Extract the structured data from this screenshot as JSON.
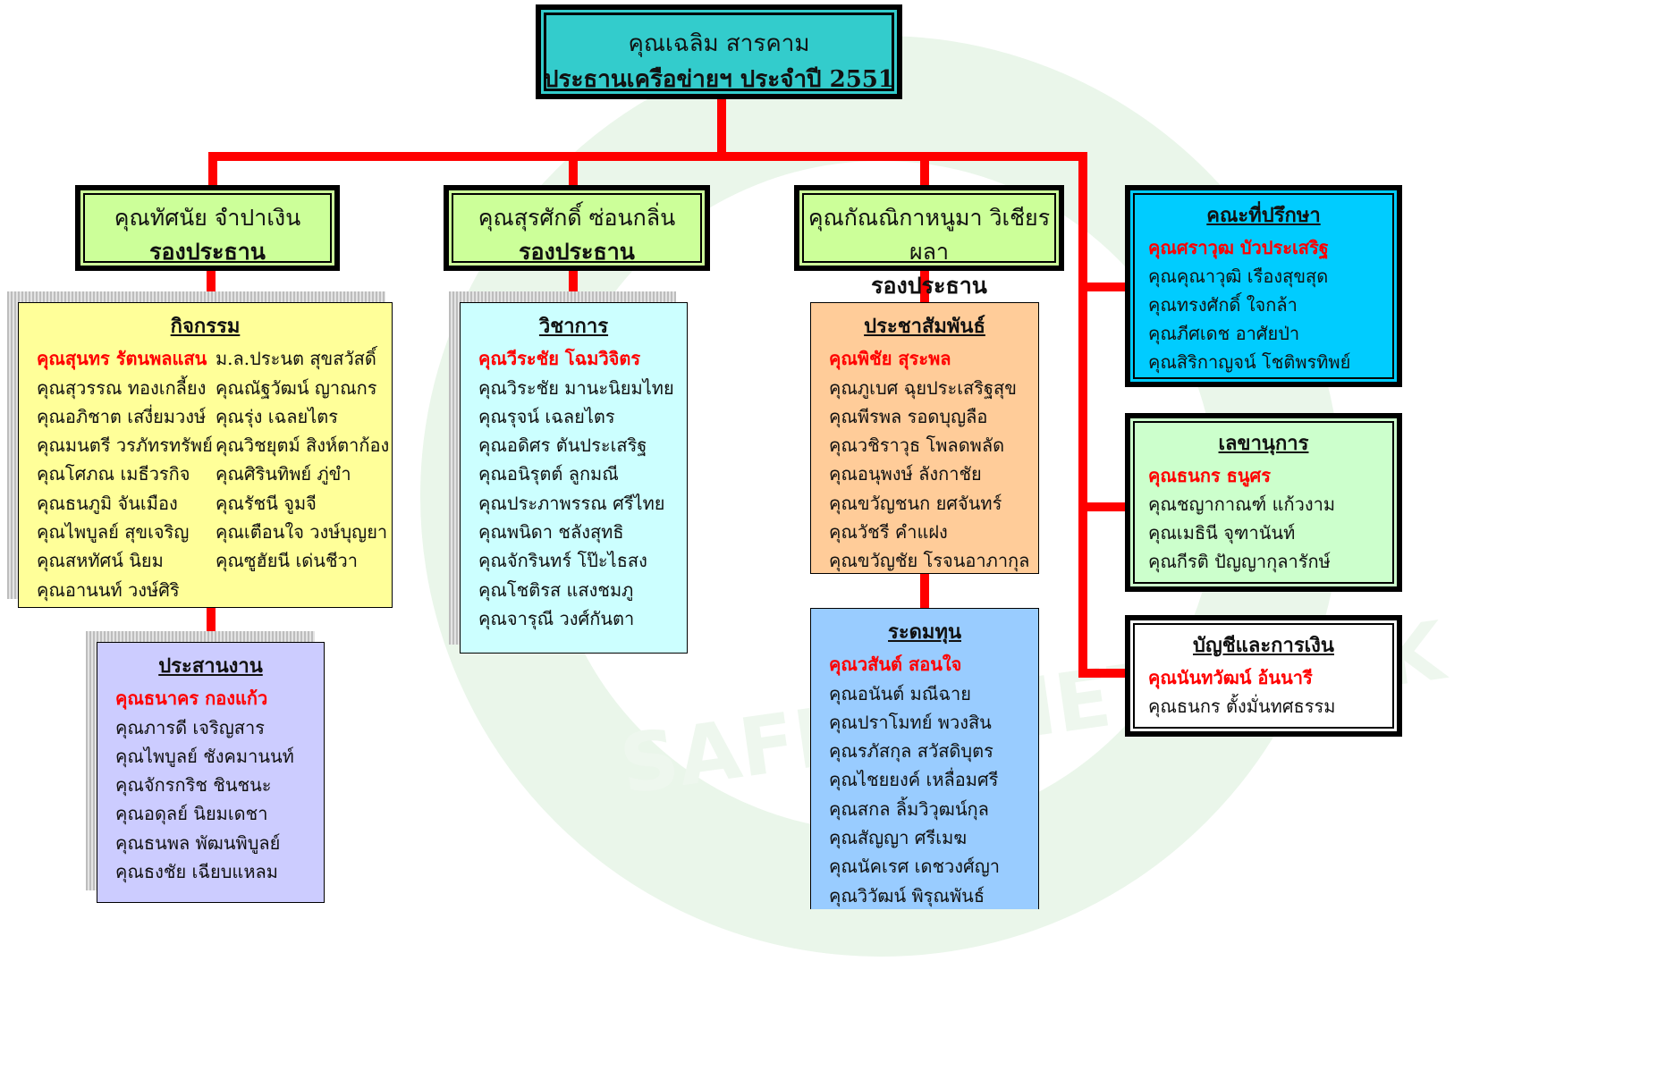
{
  "president": {
    "name": "คุณเฉลิม   สารคาม",
    "title": "ประธานเครือข่ายฯ ประจำปี 2551"
  },
  "vice_presidents": [
    {
      "name": "คุณทัศนัย  จำปาเงิน",
      "title": "รองประธาน"
    },
    {
      "name": "คุณสุรศักดิ์  ซ่อนกลิ่น",
      "title": "รองประธาน"
    },
    {
      "name": "คุณกัณณิกาหนูมา  วิเชียรผลา",
      "title": "รองประธาน"
    }
  ],
  "activities": {
    "title": "กิจกรรม",
    "left": [
      "คุณสุนทร  รัตนพลแสน",
      "คุณสุวรรณ  ทองเกลี้ยง",
      "คุณอภิชาต  เสงี่ยมวงษ์",
      "คุณมนตรี  วรภัทรทรัพย์",
      "คุณโศภณ  เมธีวรกิจ",
      "คุณธนภูมิ  จันเมือง",
      "คุณไพบูลย์  สุขเจริญ",
      "คุณสหทัศน์  นิยม",
      "คุณอานนท์  วงษ์ศิริ"
    ],
    "right": [
      "ม.ล.ประนต  สุขสวัสดิ์",
      "คุณณัฐวัฒน์  ญาณกร",
      "คุณรุ่ง  เฉลยไตร",
      "คุณวิชยุตม์  สิงห์ตาก้อง",
      "คุณศิรินทิพย์  ภู่ขำ",
      "คุณรัชนี  จูมจี",
      "คุณเตือนใจ  วงษ์บุญยา",
      "คุณซูฮัยนี  เด่นชีวา"
    ]
  },
  "coordination": {
    "title": "ประสานงาน",
    "members": [
      "คุณธนาคร  กองแก้ว",
      "คุณภารดี  เจริญสาร",
      "คุณไพบูลย์  ชังคมานนท์",
      "คุณจักรกริช  ชินชนะ",
      "คุณอดุลย์  นิยมเดชา",
      "คุณธนพล  พัฒนพิบูลย์",
      "คุณธงชัย  เฉียบแหลม"
    ]
  },
  "academic": {
    "title": "วิชาการ",
    "members": [
      "คุณวีระชัย  โฉมวิจิตร",
      "คุณวิระชัย  มานะนิยมไทย",
      "คุณรุจน์  เฉลยไตร",
      "คุณอดิศร  ตันประเสริฐ",
      "คุณอนิรุตต์  ลูกมณี",
      "คุณประภาพรรณ  ศรีไทย",
      "คุณพนิดา  ชลังสุทธิ",
      "คุณจักรินทร์  โป๊ะไธสง",
      "คุณโชติรส  แสงชมภู",
      "คุณจารุณี  วงศ์กันตา"
    ]
  },
  "public_relations": {
    "title": "ประชาสัมพันธ์",
    "members": [
      "คุณพิชัย  สุระพล",
      "คุณภูเบศ  ฉุยประเสริฐสุข",
      "คุณพีรพล  รอดบุญลือ",
      "คุณวชิราวุธ  โพลดพลัด",
      "คุณอนุพงษ์  ลังกาชัย",
      "คุณขวัญชนก  ยศจันทร์",
      "คุณวัชรี  คำแฝง",
      "คุณขวัญชัย  โรจนอาภากุล"
    ]
  },
  "fundraising": {
    "title": "ระดมทุน",
    "members": [
      "คุณวสันต์  สอนใจ",
      "คุณอนันต์  มณีฉาย",
      "คุณปราโมทย์  พวงสิน",
      "คุณรภัสกุล  สวัสดิบุตร",
      "คุณไชยยงค์  เหลื่อมศรี",
      "คุณสกล  ลิ้มวิวุฒน์กุล",
      "คุณสัญญา  ศรีเมฆ",
      "คุณนัคเรศ  เดชวงศ์ญา",
      "คุณวิวัฒน์  พิรุณพันธ์"
    ]
  },
  "advisors": {
    "title": "คณะที่ปรึกษา",
    "members": [
      "คุณศราวุฒ  บัวประเสริฐ",
      "คุณคุณาวุฒิ  เรืองสุขสุด",
      "คุณทรงศักดิ์  ใจกล้า",
      "คุณภีศเดช  อาศัยป่า",
      "คุณสิริกาญจน์  โชติพรทิพย์"
    ]
  },
  "secretary": {
    "title": "เลขานุการ",
    "members": [
      "คุณธนกร  ธนูศร",
      "คุณชญากาณฑ์  แก้วงาม",
      "คุณเมธินี  จุฑานันท์",
      "คุณกีรติ   ปัญญากุลารักษ์"
    ]
  },
  "finance": {
    "title": "บัญชีและการเงิน",
    "members": [
      "คุณนันทวัฒน์  อ้นนารี",
      "คุณธนกร  ตั้งมั่นทศธรรม"
    ]
  },
  "watermark": {
    "text": "SAFETY NETWORK"
  },
  "colors": {
    "connector": "#ff0000",
    "top": "#33cccc",
    "vp": "#ccff99",
    "activities": "#ffff99",
    "coordination": "#ccccff",
    "academic": "#ccffff",
    "pr": "#ffcc99",
    "fund": "#99ccff",
    "advisors": "#00ccff",
    "secretary": "#ccffcc",
    "finance": "#ffffff",
    "lead_text": "#ff0000"
  }
}
